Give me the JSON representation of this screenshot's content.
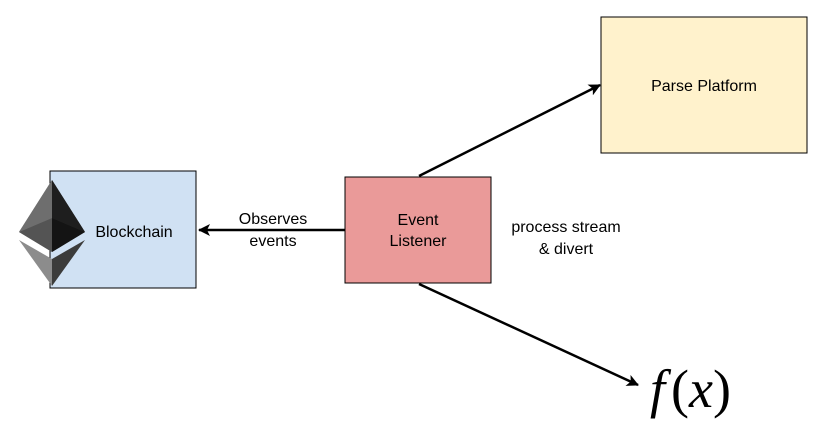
{
  "nodes": {
    "parse_platform": {
      "label": "Parse Platform",
      "fill": "#FFF2CC",
      "stroke": "#000000"
    },
    "blockchain": {
      "label": "Blockchain",
      "fill": "#D0E1F3",
      "stroke": "#000000"
    },
    "event_listener": {
      "label_line1": "Event",
      "label_line2": "Listener",
      "fill": "#EA9A99",
      "stroke": "#000000"
    },
    "function": {
      "f": "f",
      "open": "(",
      "x": "x",
      "close": ")"
    }
  },
  "edges": {
    "observes": {
      "label_line1": "Observes",
      "label_line2": "events"
    },
    "process": {
      "label_line1": "process stream",
      "label_line2": "& divert"
    }
  },
  "icons": {
    "logo": "ethereum-logo-icon"
  }
}
